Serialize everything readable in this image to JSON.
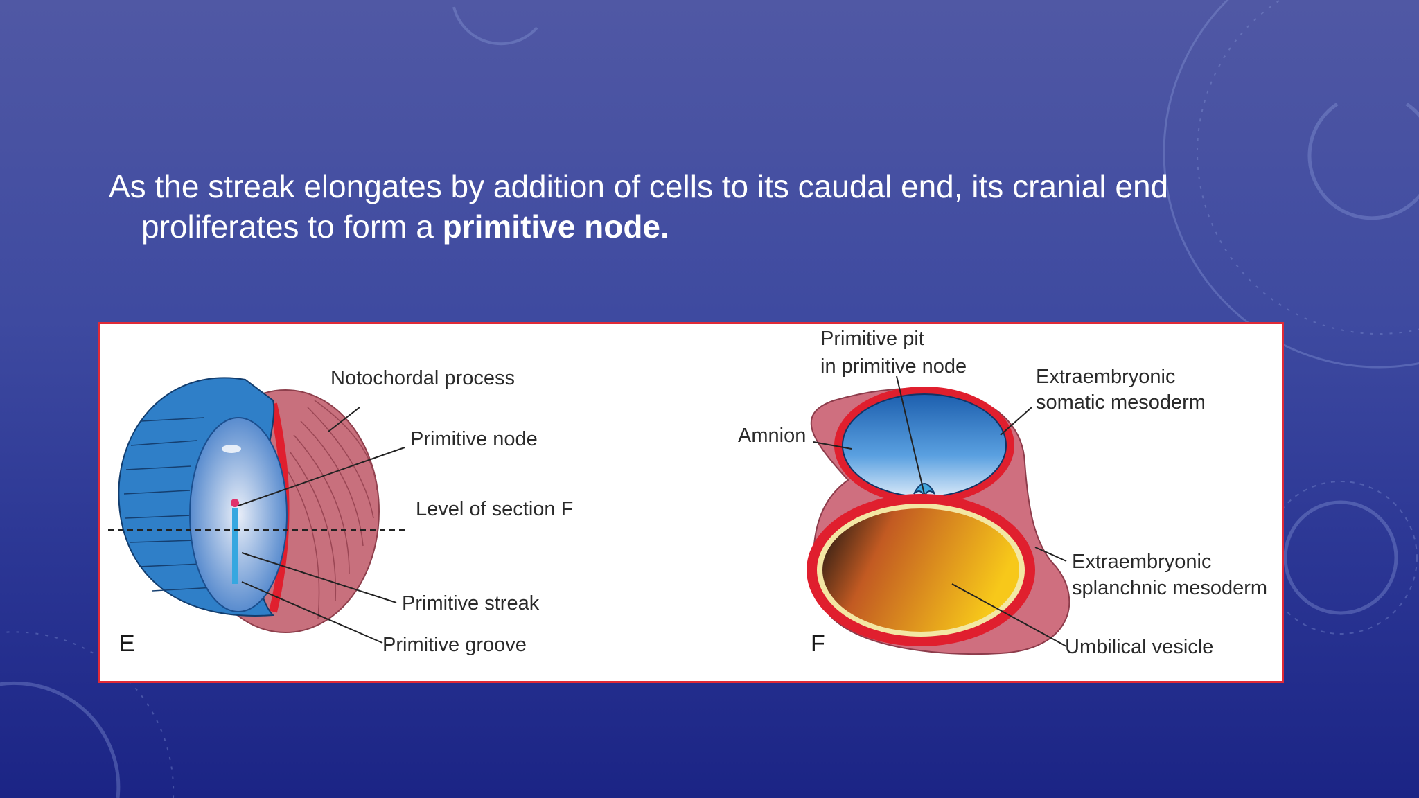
{
  "slide": {
    "text_line1": "As the streak elongates by addition of cells to its caudal end, its cranial end",
    "text_line2_prefix": "proliferates to form a ",
    "text_line2_bold": "primitive node."
  },
  "figure": {
    "panel_e": {
      "letter": "E",
      "labels": {
        "notochordal_process": "Notochordal process",
        "primitive_node": "Primitive node",
        "level_of_section": "Level of section F",
        "primitive_streak": "Primitive streak",
        "primitive_groove": "Primitive groove"
      }
    },
    "panel_f": {
      "letter": "F",
      "labels": {
        "primitive_pit_line1": "Primitive pit",
        "primitive_pit_line2": "in primitive node",
        "amnion": "Amnion",
        "somatic_line1": "Extraembryonic",
        "somatic_line2": "somatic mesoderm",
        "splanchnic_line1": "Extraembryonic",
        "splanchnic_line2": "splanchnic mesoderm",
        "umbilical_vesicle": "Umbilical vesicle"
      }
    }
  },
  "colors": {
    "background_top": "#5058a4",
    "background_bottom": "#1b2485",
    "panel_border": "#e02a37",
    "ectoderm_blue": "#2f7fc8",
    "mesoderm_pink": "#c86a78",
    "mesoderm_red": "#e01f2e",
    "yolk_yellow": "#f6c21a"
  }
}
